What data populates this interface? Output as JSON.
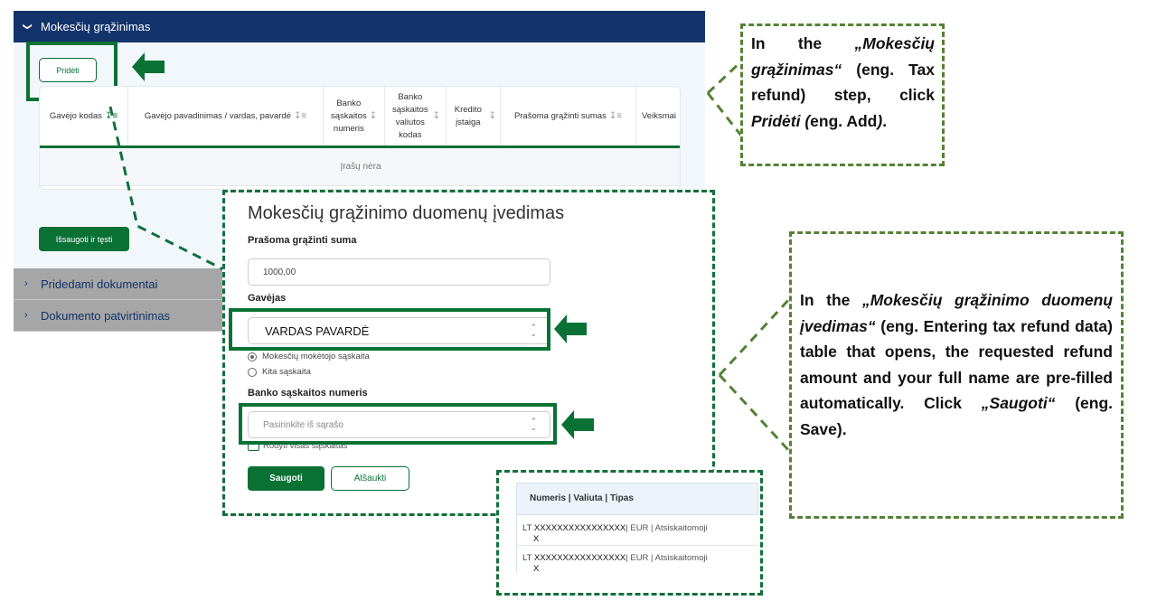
{
  "section": {
    "title": "Mokesčių grąžinimas",
    "add_button": "Pridėti",
    "save_continue": "Išsaugoti ir tęsti"
  },
  "table": {
    "columns": [
      "Gavėjo kodas",
      "Gavėjo pavadinimas / vardas, pavardė",
      "Banko sąskaitos numeris",
      "Banko sąskaitos valiutos kodas",
      "Kredito įstaiga",
      "Prašoma grąžinti sumas",
      "Veiksmai"
    ],
    "empty": "Įrašų nėra"
  },
  "collapsed": [
    "Pridedami dokumentai",
    "Dokumento patvirtinimas"
  ],
  "modal": {
    "title": "Mokesčių grąžinimo duomenų įvedimas",
    "amount_label": "Prašoma grąžinti suma",
    "amount_value": "1000,00",
    "recipient_label": "Gavėjas",
    "recipient_value": "VARDAS PAVARDĖ",
    "radio1": "Mokesčių mokėtojo sąskaita",
    "radio2": "Kita sąskaita",
    "account_label": "Banko sąskaitos numeris",
    "account_placeholder": "Pasirinkite iš sąrašo",
    "show_all": "Rodyti visas sąskaitas",
    "save": "Saugoti",
    "cancel": "Atšaukti"
  },
  "dropdown": {
    "header": "Numeris | Valiuta | Tipas",
    "rows": [
      {
        "prefix": "LT",
        "number": "XXXXXXXXXXXXXXXX",
        "wrap": "X",
        "rest": "| EUR | Atsiskaitomoji"
      },
      {
        "prefix": "LT",
        "number": "XXXXXXXXXXXXXXXX",
        "wrap": "X",
        "rest": "| EUR | Atsiskaitomoji"
      }
    ]
  },
  "callout1": {
    "p1": "In the ",
    "em1": "„Mokesčių grąžinimas“",
    "p2": " (eng. Tax refund) step, click ",
    "em2": "Pridėti (",
    "p3": "eng. Add",
    ")": ")",
    "end": "."
  },
  "callout2": {
    "p1": "In the ",
    "em1": "„Mokesčių grąžinimo duomenų įvedimas“",
    "p2": " (eng. Entering tax refund data) table that opens, the requested refund amount and your full name are pre-filled automatically. Click ",
    "em2": "„Saugoti“",
    "p3": " (eng. Save)."
  },
  "colors": {
    "header": "#13336b",
    "green": "#0a7135",
    "callout_border": "#548235"
  }
}
